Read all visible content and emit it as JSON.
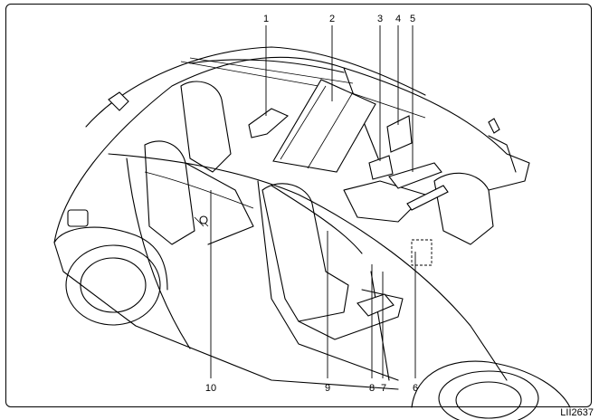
{
  "callouts": [
    "1",
    "2",
    "3",
    "4",
    "5",
    "6",
    "7",
    "8",
    "9",
    "10"
  ],
  "figure_code": "LII2637"
}
